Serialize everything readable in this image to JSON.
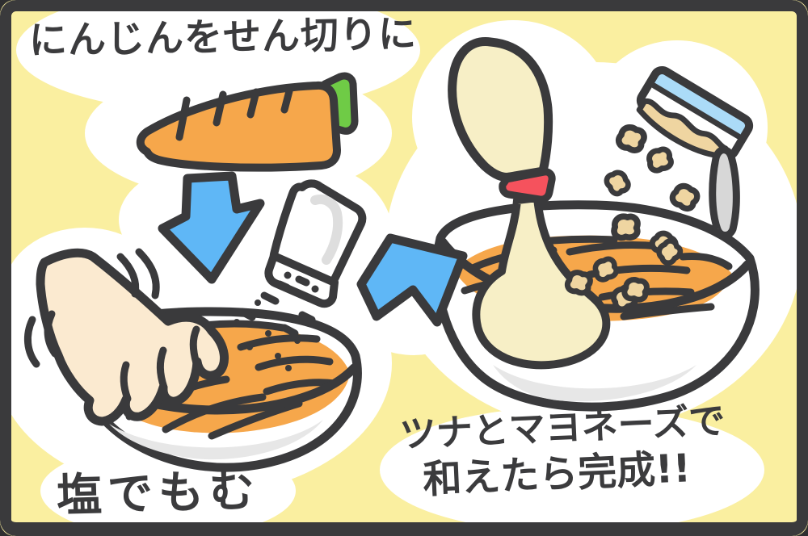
{
  "captions": {
    "step1": "にんじんをせん切りに",
    "step2": "塩でもむ",
    "step3_line1": "ツナとマヨネーズで",
    "step3_line2": "和えたら完成!!"
  },
  "colors": {
    "panel_border": "#3a3a3c",
    "background_yellow": "#faefa0",
    "cloud_white": "#ffffff",
    "outline_dark": "#3a3a3c",
    "carrot_orange": "#f6a74b",
    "carrot_top_green": "#6fcb46",
    "arrow_blue": "#5fb7f6",
    "hand_skin": "#fbead0",
    "bowl_white": "#ffffff",
    "bowl_shadow_gray": "#e7e7e7",
    "mayo_cream": "#f7efc6",
    "mayo_cap_red": "#f5525d",
    "tuna_beige": "#efd5a1",
    "tuna_can_blue": "#abdbf8",
    "can_lid_gray": "#d7d7d7",
    "text_color": "#3b3b3d"
  },
  "illustration": {
    "step1_items": [
      "carrot",
      "down-arrow"
    ],
    "step2_items": [
      "hand-massaging",
      "bowl-of-carrot-strips",
      "salt-shaker",
      "salt-sprinkles",
      "motion-lines"
    ],
    "transition_item": "up-right-arrow",
    "step3_items": [
      "bowl-of-carrot-strips",
      "mayonnaise-bottle",
      "mayo-squeeze",
      "tuna-can",
      "tuna-chunks",
      "can-lid"
    ]
  }
}
